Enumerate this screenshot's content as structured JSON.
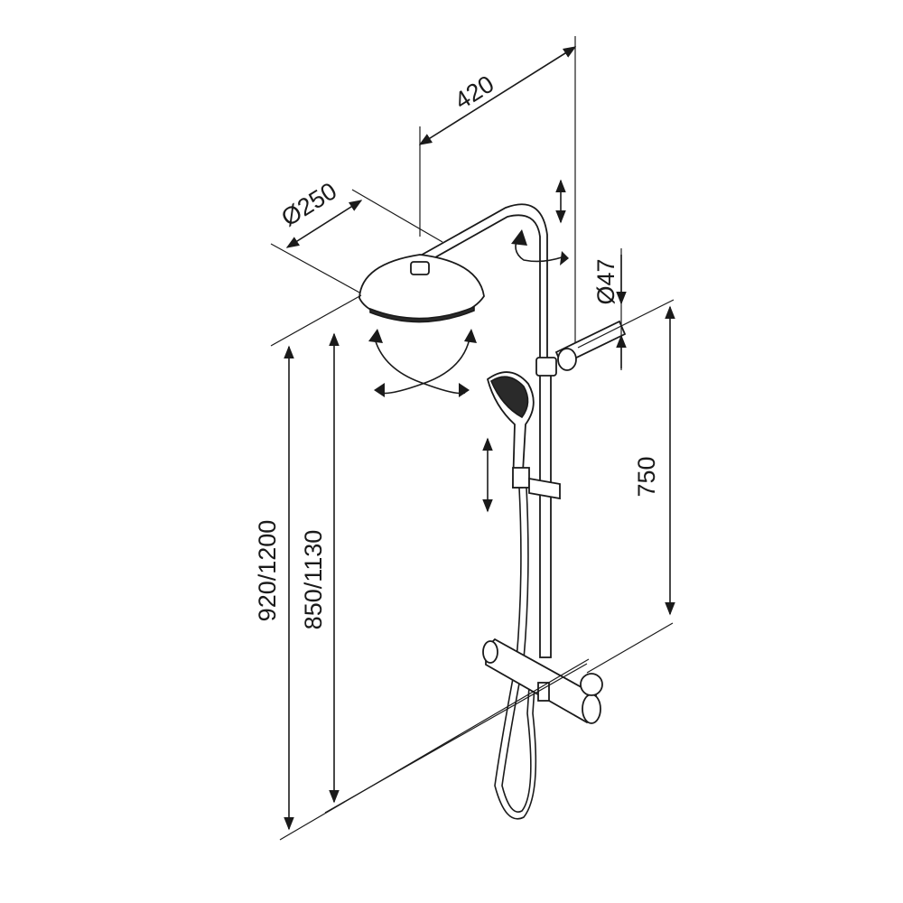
{
  "dimensions": {
    "arm_length": "420",
    "head_diameter": "Ø250",
    "bar_diameter": "Ø47",
    "bar_height": "750",
    "total_height": "920/1200",
    "mixer_height": "850/1130"
  },
  "colors": {
    "line": "#1a1a1a",
    "background": "#ffffff"
  }
}
